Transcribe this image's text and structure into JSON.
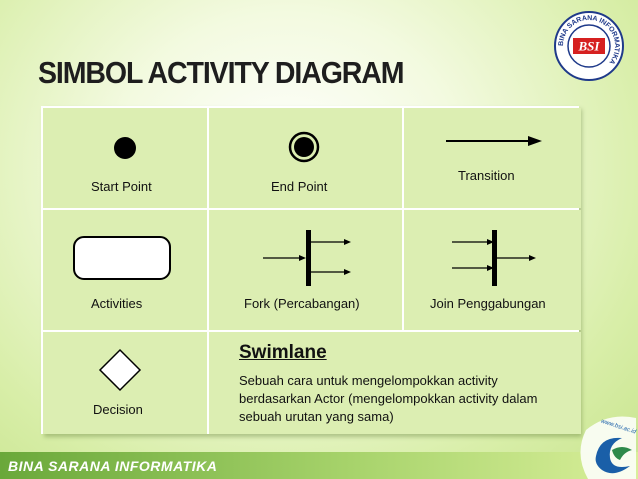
{
  "slide": {
    "title": "SIMBOL ACTIVITY DIAGRAM",
    "footer_text": "BINA SARANA INFORMATIKA"
  },
  "logo": {
    "ring_text": "BINA SARANA INFORMATIKA",
    "mark": "BSI"
  },
  "corner_logo": {
    "text": "www.bsi.ac.id"
  },
  "cells": {
    "start_point": "Start Point",
    "end_point": "End Point",
    "transition": "Transition",
    "activities": "Activities",
    "fork": "Fork (Percabangan)",
    "join": "Join Penggabungan",
    "decision": "Decision"
  },
  "swimlane": {
    "title": "Swimlane",
    "description": "Sebuah cara untuk mengelompokkan activity berdasarkan Actor (mengelompokkan activity dalam sebuah urutan yang sama)"
  },
  "colors": {
    "cell_bg": "#dceeb2",
    "footer": "#7bb645",
    "title": "#1e1e1e"
  }
}
